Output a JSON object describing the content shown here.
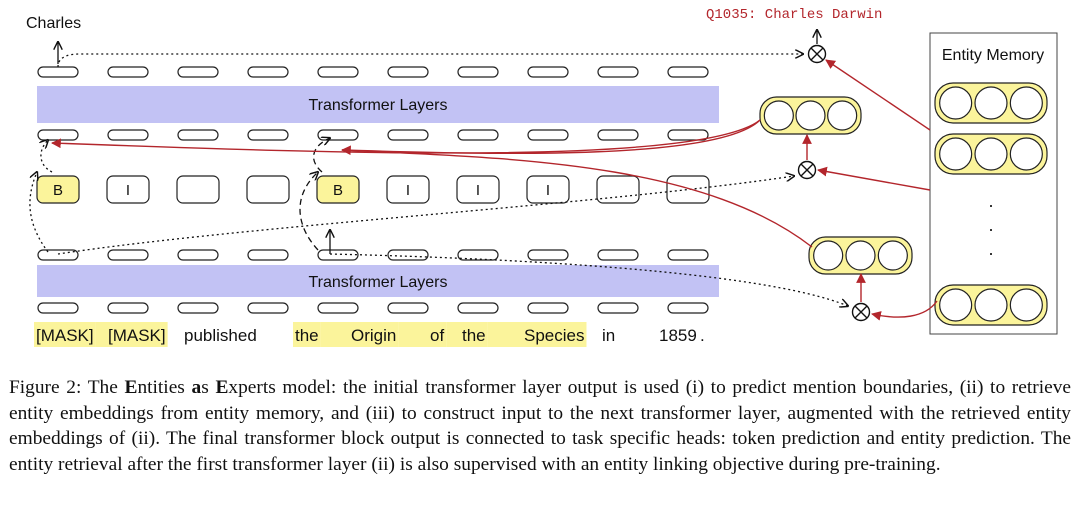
{
  "figure": {
    "output_label": "Charles",
    "query_label": "Q1035: Charles Darwin",
    "upper_layer_label": "Transformer Layers",
    "lower_layer_label": "Transformer Layers",
    "entity_memory_title": "Entity Memory",
    "ellipsis": [
      ".",
      ".",
      "."
    ],
    "bio_tags": [
      "B",
      "I",
      "",
      "",
      "B",
      "I",
      "I",
      "I",
      "",
      ""
    ],
    "input_tokens": [
      {
        "text": "[MASK]",
        "highlight": true
      },
      {
        "text": "[MASK]",
        "highlight": true
      },
      {
        "text": "published",
        "highlight": false
      },
      {
        "text": "the",
        "highlight": true
      },
      {
        "text": "Origin",
        "highlight": true
      },
      {
        "text": "of",
        "highlight": true
      },
      {
        "text": "the",
        "highlight": true
      },
      {
        "text": "Species",
        "highlight": true
      },
      {
        "text": "in",
        "highlight": false
      },
      {
        "text": "1859",
        "highlight": false
      },
      {
        "text": ".",
        "highlight": false
      }
    ],
    "operator_symbol": "⊗",
    "colors": {
      "transformer": "#c2c2f4",
      "highlight": "#fbf49b",
      "arrow_red": "#b3262c",
      "query_text": "#b3262c"
    }
  },
  "caption": {
    "figure_label": "Figure 2:",
    "the": "The",
    "E1": "E",
    "ntities": "ntities",
    "a": "a",
    "s": "s",
    "E2": "E",
    "xperts_rest": "xperts model: the initial transformer layer output is used (i) to predict mention boundaries, (ii) to retrieve entity embeddings from entity memory, and (iii) to construct input to the next transformer layer, augmented with the retrieved entity embeddings of (ii). The final transformer block output is connected to task specific heads: token prediction and entity prediction. The entity retrieval after the first transformer layer (ii) is also supervised with an entity linking objective during pre-training."
  }
}
